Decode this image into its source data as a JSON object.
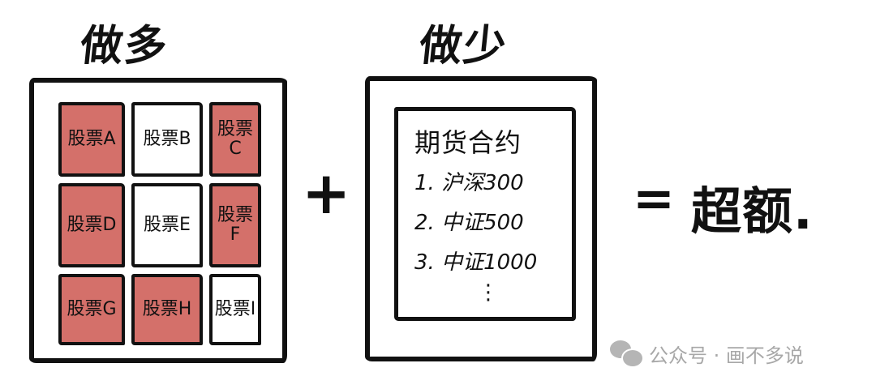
{
  "left_panel": {
    "title": "做多",
    "cells": [
      {
        "label": "股票A",
        "state": "long"
      },
      {
        "label": "股票B",
        "state": "neutral"
      },
      {
        "label": "股票C",
        "state": "long"
      },
      {
        "label": "股票D",
        "state": "long"
      },
      {
        "label": "股票E",
        "state": "neutral"
      },
      {
        "label": "股票F",
        "state": "long"
      },
      {
        "label": "股票G",
        "state": "long"
      },
      {
        "label": "股票H",
        "state": "long"
      },
      {
        "label": "股票I",
        "state": "neutral"
      }
    ]
  },
  "operators": {
    "plus": "+",
    "equals": "="
  },
  "right_panel": {
    "title": "做少",
    "card_title": "期货合约",
    "items": [
      "1. 沪深300",
      "2. 中证500",
      "3. 中证1000"
    ],
    "ellipsis": "⋮"
  },
  "result": "超额.",
  "watermark": {
    "icon": "wechat-icon",
    "text": "公众号 · 画不多说"
  },
  "colors": {
    "long_fill": "#d4706a",
    "neutral_fill": "#ffffff",
    "ink": "#111111",
    "watermark": "#a8a8a8"
  }
}
